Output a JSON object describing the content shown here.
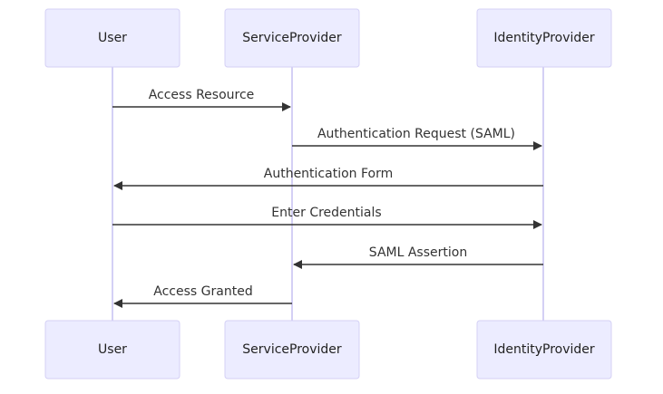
{
  "colors": {
    "actor_fill": "#ececff",
    "actor_stroke": "#d4d0f5",
    "lifeline": "#d4d0f5",
    "message": "#333333"
  },
  "participants": [
    {
      "id": "user",
      "label": "User"
    },
    {
      "id": "sp",
      "label": "ServiceProvider"
    },
    {
      "id": "idp",
      "label": "IdentityProvider"
    }
  ],
  "messages": [
    {
      "from": "user",
      "to": "sp",
      "label": "Access Resource"
    },
    {
      "from": "sp",
      "to": "idp",
      "label": "Authentication Request (SAML)"
    },
    {
      "from": "idp",
      "to": "user",
      "label": "Authentication Form"
    },
    {
      "from": "user",
      "to": "idp",
      "label": "Enter Credentials"
    },
    {
      "from": "idp",
      "to": "sp",
      "label": "SAML Assertion"
    },
    {
      "from": "sp",
      "to": "user",
      "label": "Access Granted"
    }
  ]
}
